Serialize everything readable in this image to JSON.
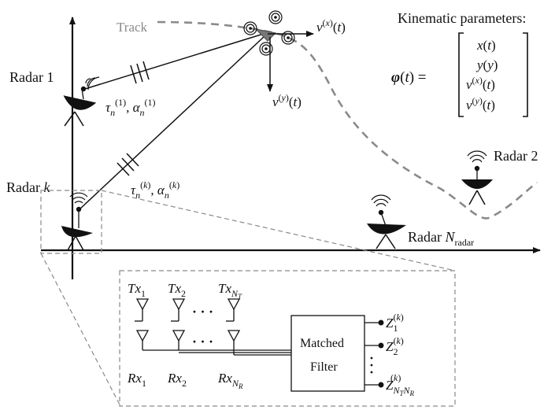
{
  "labels": {
    "track": "Track",
    "kinematic_title": "Kinematic parameters:",
    "phi_lhs": "φ(t) =",
    "vector": [
      "x(t)",
      "y(y)",
      "v(x)(t)",
      "v(y)(t)"
    ],
    "vx": "v(x)(t)",
    "vy": "v(y)(t)",
    "radar1": "Radar 1",
    "radar2": "Radar 2",
    "radark": "Radar k",
    "radarN": "Radar N",
    "radarN_sub": "radar",
    "tau1": "τn(1), αn(1)",
    "tauk": "τn(k), αn(k)",
    "tx": [
      "Tx1",
      "Tx2",
      "TxNT"
    ],
    "rx": [
      "Rx1",
      "Rx2",
      "RxNR"
    ],
    "dots": "· · ·",
    "filter_line1": "Matched",
    "filter_line2": "Filter",
    "outputs": [
      "Z1(k)",
      "Z2(k)",
      "ZNTNR(k)"
    ]
  },
  "colors": {
    "ink": "#111111",
    "track": "#8a8a8a",
    "dashed_box": "#8a8a8a"
  }
}
